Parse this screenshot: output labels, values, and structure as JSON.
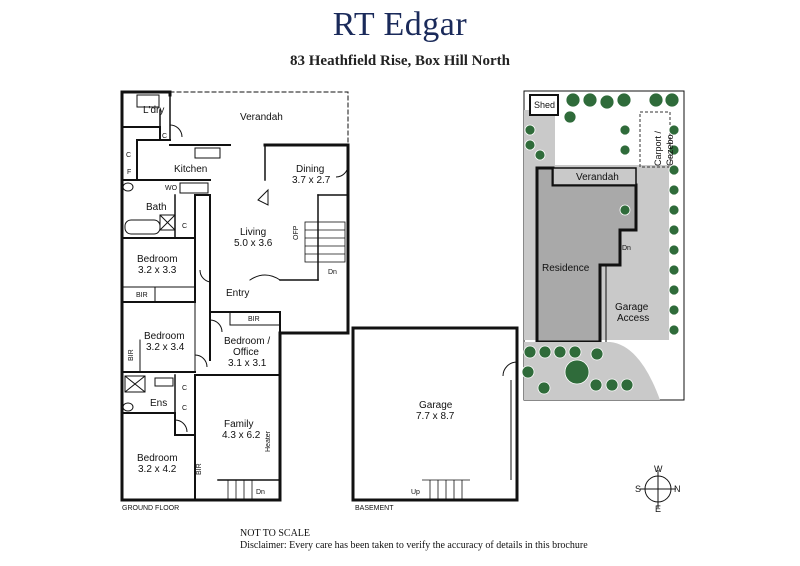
{
  "brand": "RT Edgar",
  "address": "83 Heathfield Rise, Box Hill North",
  "labels": {
    "ground_floor": "GROUND FLOOR",
    "basement": "BASEMENT",
    "not_to_scale": "NOT TO SCALE",
    "disclaimer": "Disclaimer: Every care has been taken to verify the accuracy of details in this brochure"
  },
  "rooms": {
    "ldry": "L'dry",
    "verandah": "Verandah",
    "kitchen": "Kitchen",
    "dining": "Dining",
    "dining_dim": "3.7 x 2.7",
    "living": "Living",
    "living_dim": "5.0 x 3.6",
    "bath": "Bath",
    "bed1": "Bedroom",
    "bed1_dim": "3.2 x 3.3",
    "entry": "Entry",
    "bed2": "Bedroom",
    "bed2_dim": "3.2 x 3.4",
    "office": "Bedroom /",
    "office2": "Office",
    "office_dim": "3.1 x 3.1",
    "ens": "Ens",
    "family": "Family",
    "family_dim": "4.3 x 6.2",
    "bed3": "Bedroom",
    "bed3_dim": "3.2 x 4.2",
    "garage": "Garage",
    "garage_dim": "7.7 x 8.7"
  },
  "fixtures": {
    "c": "C",
    "f": "F",
    "wo": "WO",
    "bir": "BIR",
    "ofp": "OFP",
    "dn": "Dn",
    "up": "Up",
    "heater": "Heater"
  },
  "site": {
    "shed": "Shed",
    "carport": "Carport /",
    "gazebo": "Gazebo",
    "verandah": "Verandah",
    "residence": "Residence",
    "garage_access_1": "Garage",
    "garage_access_2": "Access",
    "dn": "Dn"
  },
  "compass": {
    "n": "N",
    "s": "S",
    "e": "E",
    "w": "W"
  },
  "colors": {
    "brand": "#1a2a5a",
    "wall": "#111111",
    "site_grey": "#c9c9c9",
    "residence": "#a9a9a9",
    "tree": "#2f6b3a"
  }
}
